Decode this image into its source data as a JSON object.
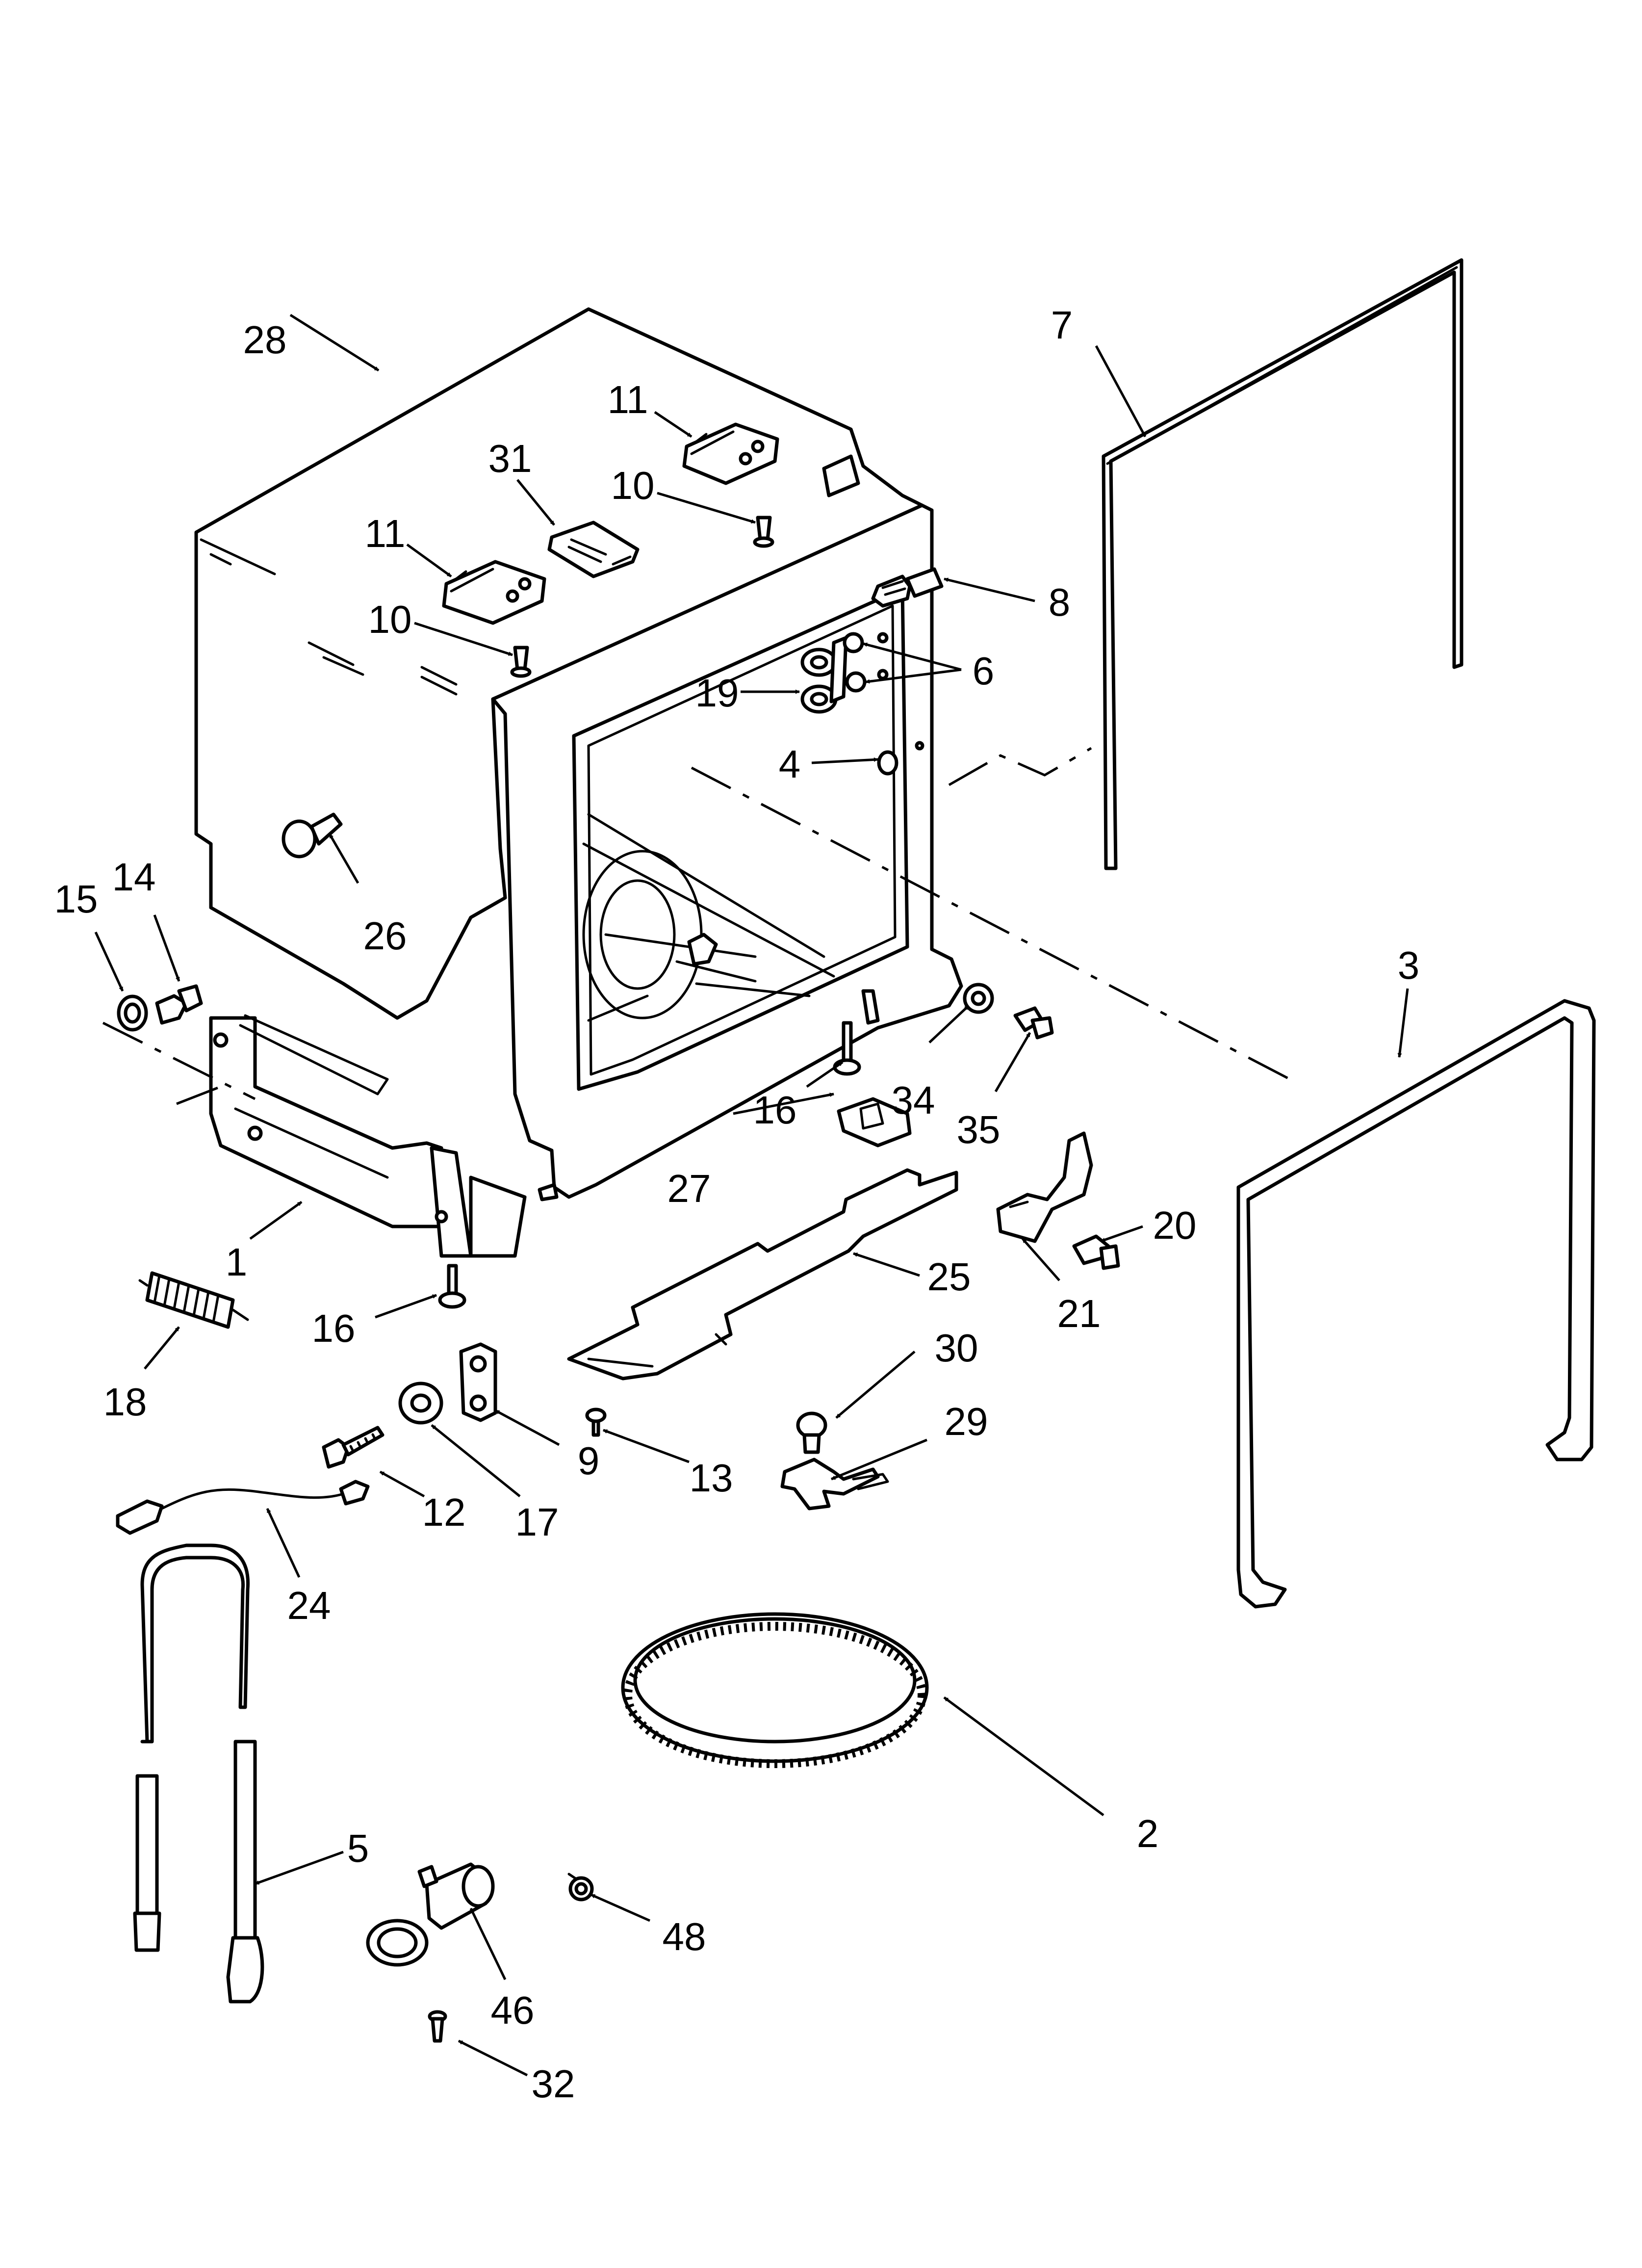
{
  "diagram": {
    "callouts": [
      {
        "id": "28",
        "text": "28"
      },
      {
        "id": "11a",
        "text": "11"
      },
      {
        "id": "11b",
        "text": "11"
      },
      {
        "id": "31",
        "text": "31"
      },
      {
        "id": "10a",
        "text": "10"
      },
      {
        "id": "10b",
        "text": "10"
      },
      {
        "id": "7",
        "text": "7"
      },
      {
        "id": "8",
        "text": "8"
      },
      {
        "id": "6",
        "text": "6"
      },
      {
        "id": "19",
        "text": "19"
      },
      {
        "id": "4",
        "text": "4"
      },
      {
        "id": "26",
        "text": "26"
      },
      {
        "id": "15",
        "text": "15"
      },
      {
        "id": "14",
        "text": "14"
      },
      {
        "id": "3",
        "text": "3"
      },
      {
        "id": "16a",
        "text": "16"
      },
      {
        "id": "34",
        "text": "34"
      },
      {
        "id": "27",
        "text": "27"
      },
      {
        "id": "35",
        "text": "35"
      },
      {
        "id": "20",
        "text": "20"
      },
      {
        "id": "21",
        "text": "21"
      },
      {
        "id": "25",
        "text": "25"
      },
      {
        "id": "1",
        "text": "1"
      },
      {
        "id": "16b",
        "text": "16"
      },
      {
        "id": "18",
        "text": "18"
      },
      {
        "id": "30",
        "text": "30"
      },
      {
        "id": "29",
        "text": "29"
      },
      {
        "id": "9",
        "text": "9"
      },
      {
        "id": "13",
        "text": "13"
      },
      {
        "id": "12",
        "text": "12"
      },
      {
        "id": "17",
        "text": "17"
      },
      {
        "id": "24",
        "text": "24"
      },
      {
        "id": "2",
        "text": "2"
      },
      {
        "id": "5",
        "text": "5"
      },
      {
        "id": "48",
        "text": "48"
      },
      {
        "id": "46",
        "text": "46"
      },
      {
        "id": "32",
        "text": "32"
      }
    ]
  }
}
